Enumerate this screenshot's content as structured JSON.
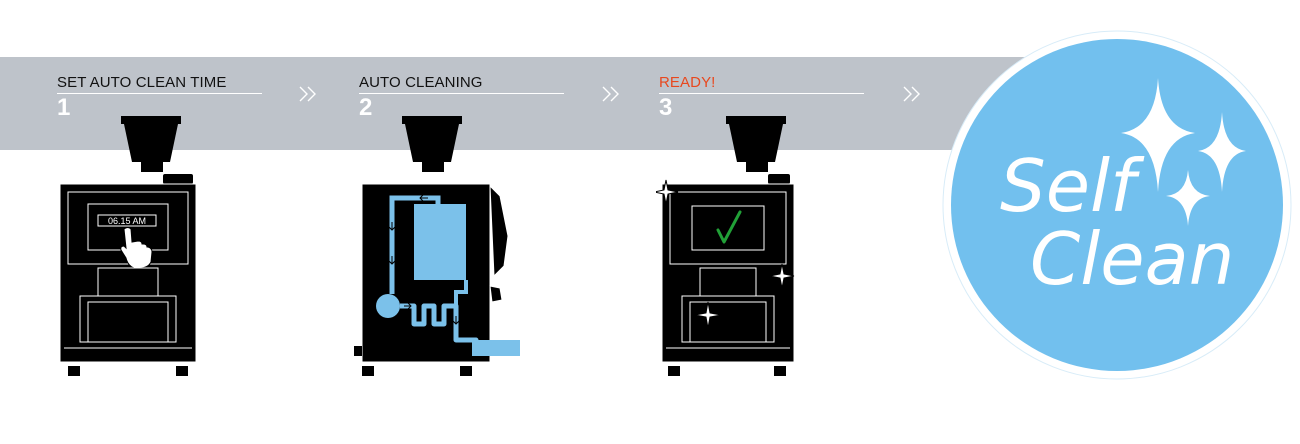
{
  "steps": [
    {
      "title": "SET AUTO CLEAN TIME",
      "number": "1"
    },
    {
      "title": "AUTO CLEANING",
      "number": "2"
    },
    {
      "title": "READY!",
      "number": "3"
    }
  ],
  "screen": {
    "time": "06.15 AM"
  },
  "badge": {
    "line1": "Self",
    "line2": "Clean"
  },
  "colors": {
    "band": "#bec3ca",
    "machine": "#000000",
    "water": "#7bc1ea",
    "badge": "#72c0ee",
    "ready": "#e8481e",
    "check": "#21a037"
  },
  "icons": [
    "chevron-double-right-icon",
    "hand-pointer-icon",
    "check-icon",
    "sparkle-icon"
  ]
}
